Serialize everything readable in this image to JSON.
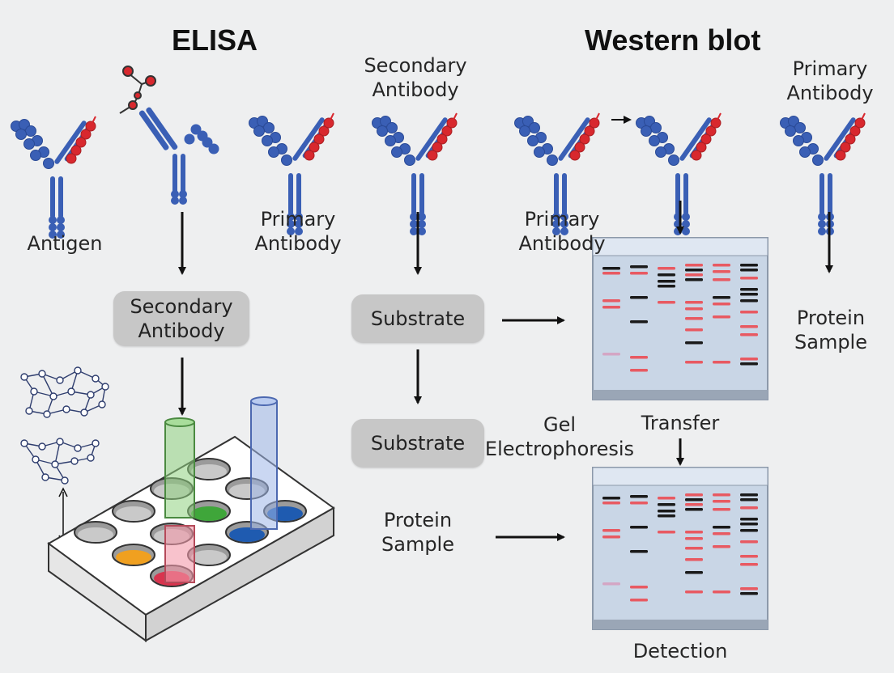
{
  "titles": {
    "elisa": "ELISA",
    "western": "Western blot"
  },
  "labels": {
    "antigen": "Antigen",
    "elisa_primary": [
      "Primary",
      "Antibody"
    ],
    "elisa_secondary_top": [
      "Secondary",
      "Antibody"
    ],
    "wb_primary_left": [
      "Primary",
      "Antibody"
    ],
    "wb_primary_right": [
      "Primary",
      "Antibody"
    ],
    "protein_sample_right": [
      "Protein",
      "Sample"
    ],
    "protein_sample_bottom": [
      "Protein",
      "Sample"
    ],
    "gel": [
      "Gel",
      "Electrophoresis"
    ],
    "transfer": "Transfer",
    "detection": "Detection"
  },
  "boxes": {
    "secondary_antibody": [
      "Secondary",
      "Antibody"
    ],
    "substrate_1": "Substrate",
    "substrate_2": "Substrate"
  },
  "colors": {
    "antibody_blue": "#3a5fb5",
    "antigen_red": "#d8282e",
    "gel_blue": "#c9d6e6",
    "band_red": "#e85a62",
    "band_black": "#1a1a1a",
    "well_green": "#3fa63a",
    "well_orange": "#f0a020",
    "well_blue": "#1f5bb0",
    "well_red": "#d8344e",
    "box_gray": "#c7c7c7"
  }
}
